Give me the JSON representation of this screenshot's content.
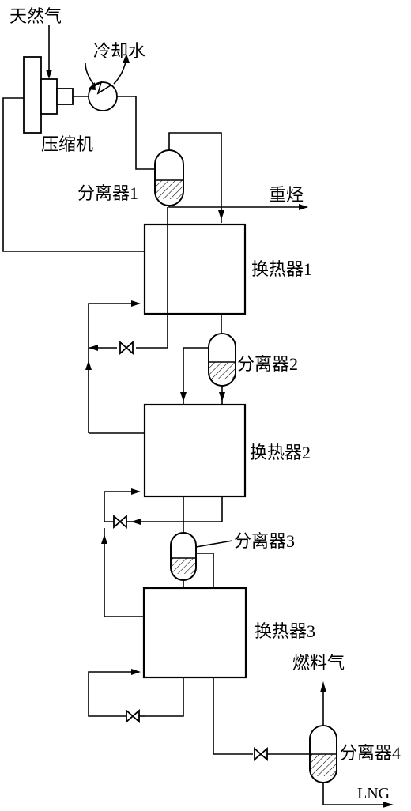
{
  "labels": {
    "natural_gas": "天然气",
    "cooling_water": "冷却水",
    "compressor": "压缩机",
    "separator_1": "分离器1",
    "heavy_hydrocarbon": "重烃",
    "heat_exchanger_1": "换热器1",
    "separator_2": "分离器2",
    "heat_exchanger_2": "换热器2",
    "separator_3": "分离器3",
    "heat_exchanger_3": "换热器3",
    "fuel_gas": "燃料气",
    "separator_4": "分离器4",
    "lng": "LNG"
  }
}
